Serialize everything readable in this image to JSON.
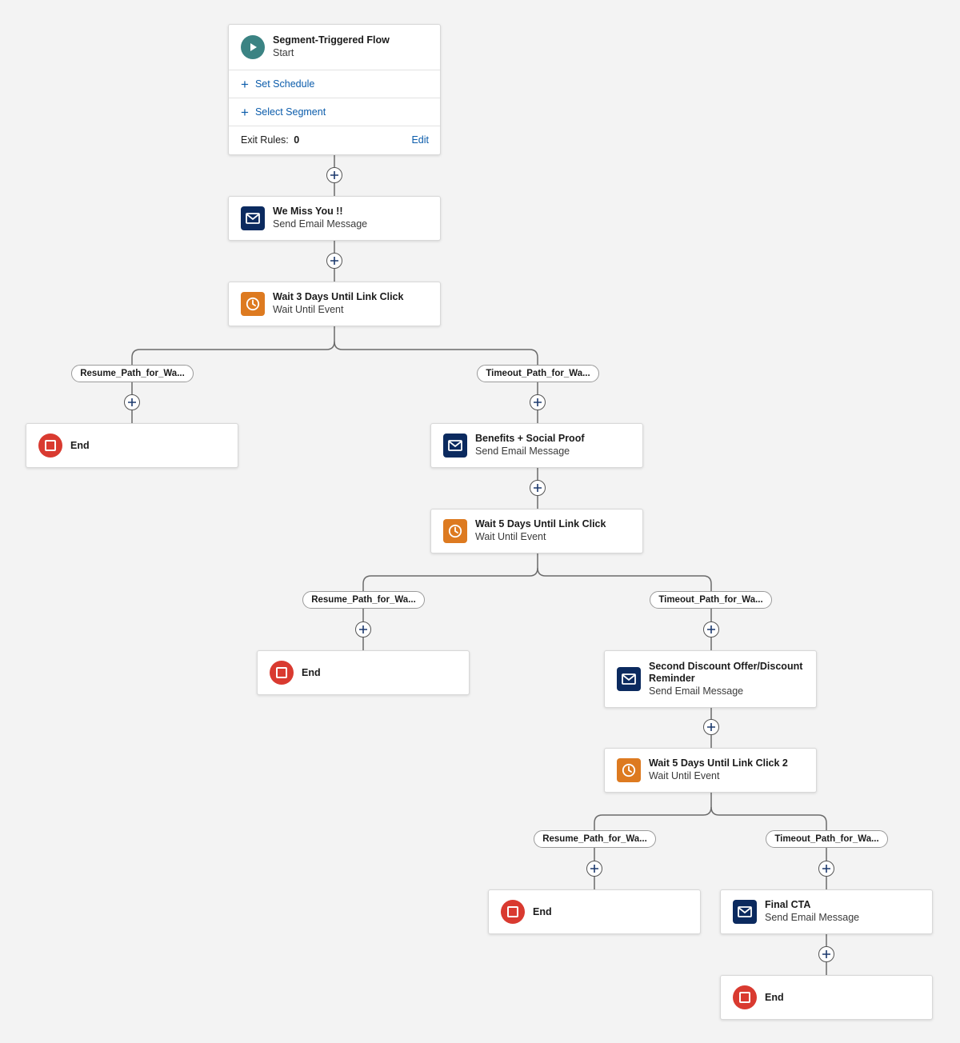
{
  "colors": {
    "background": "#f3f3f3",
    "email_icon": "#0b2a5f",
    "wait_icon": "#dd7a20",
    "end_icon": "#d93a30",
    "start_icon": "#3b8383",
    "link": "#0b5cab",
    "connector": "#6b6b6b"
  },
  "start": {
    "title": "Segment-Triggered Flow",
    "subtitle": "Start",
    "set_schedule": "Set Schedule",
    "select_segment": "Select Segment",
    "exit_rules_label": "Exit Rules:",
    "exit_rules_value": "0",
    "edit_label": "Edit"
  },
  "nodes": {
    "email1": {
      "title": "We Miss You !!",
      "subtitle": "Send Email Message",
      "icon": "envelope-icon"
    },
    "wait1": {
      "title": "Wait 3 Days Until Link Click",
      "subtitle": "Wait Until Event",
      "icon": "clock-icon"
    },
    "end1": {
      "title": "End",
      "icon": "stop-icon"
    },
    "email2": {
      "title": "Benefits + Social Proof",
      "subtitle": "Send Email Message",
      "icon": "envelope-icon"
    },
    "wait2": {
      "title": "Wait 5 Days Until Link Click",
      "subtitle": "Wait Until Event",
      "icon": "clock-icon"
    },
    "end2": {
      "title": "End",
      "icon": "stop-icon"
    },
    "email3": {
      "title": "Second Discount Offer/Discount Reminder",
      "subtitle": "Send Email Message",
      "icon": "envelope-icon"
    },
    "wait3": {
      "title": "Wait 5 Days Until Link Click 2",
      "subtitle": "Wait Until Event",
      "icon": "clock-icon"
    },
    "end3": {
      "title": "End",
      "icon": "stop-icon"
    },
    "email4": {
      "title": "Final CTA",
      "subtitle": "Send Email Message",
      "icon": "envelope-icon"
    },
    "end4": {
      "title": "End",
      "icon": "stop-icon"
    }
  },
  "paths": {
    "resume1": "Resume_Path_for_Wa...",
    "timeout1": "Timeout_Path_for_Wa...",
    "resume2": "Resume_Path_for_Wa...",
    "timeout2": "Timeout_Path_for_Wa...",
    "resume3": "Resume_Path_for_Wa...",
    "timeout3": "Timeout_Path_for_Wa..."
  }
}
